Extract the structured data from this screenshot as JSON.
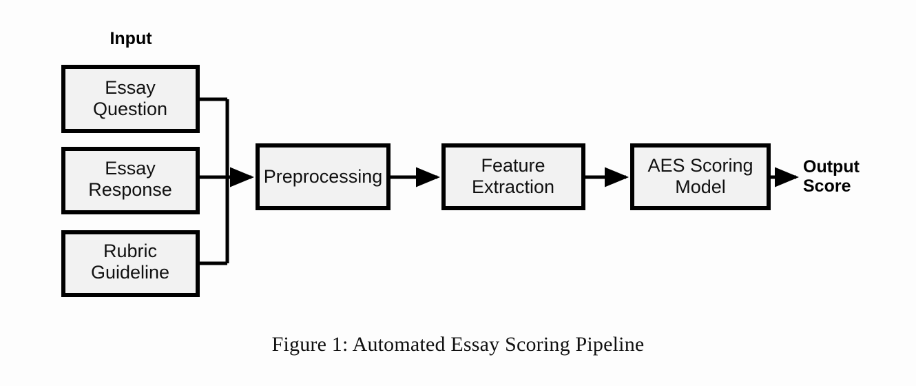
{
  "figure": {
    "caption": "Figure 1: Automated Essay Scoring Pipeline",
    "background_color": "#fdfdfd",
    "box_fill_color": "#f2f2f2",
    "box_stroke_color": "#000000",
    "text_color": "#111111"
  },
  "diagram": {
    "type": "flowchart",
    "orientation": "left-to-right",
    "group_label": "Input",
    "inputs": [
      {
        "id": "essay-question",
        "line1": "Essay",
        "line2": "Question"
      },
      {
        "id": "essay-response",
        "line1": "Essay",
        "line2": "Response"
      },
      {
        "id": "rubric-guideline",
        "line1": "Rubric",
        "line2": "Guideline"
      }
    ],
    "stages": [
      {
        "id": "preprocessing",
        "line1": "Preprocessing",
        "line2": ""
      },
      {
        "id": "feature-extraction",
        "line1": "Feature",
        "line2": "Extraction"
      },
      {
        "id": "aes-scoring-model",
        "line1": "AES Scoring",
        "line2": "Model"
      }
    ],
    "output": {
      "id": "output-score",
      "line1": "Output",
      "line2": "Score"
    },
    "edges": [
      {
        "from": "essay-question",
        "to": "preprocessing",
        "style": "orthogonal-bus"
      },
      {
        "from": "essay-response",
        "to": "preprocessing",
        "style": "straight-arrow"
      },
      {
        "from": "rubric-guideline",
        "to": "preprocessing",
        "style": "orthogonal-bus"
      },
      {
        "from": "preprocessing",
        "to": "feature-extraction",
        "style": "straight-arrow"
      },
      {
        "from": "feature-extraction",
        "to": "aes-scoring-model",
        "style": "straight-arrow"
      },
      {
        "from": "aes-scoring-model",
        "to": "output-score",
        "style": "straight-arrow"
      }
    ]
  }
}
